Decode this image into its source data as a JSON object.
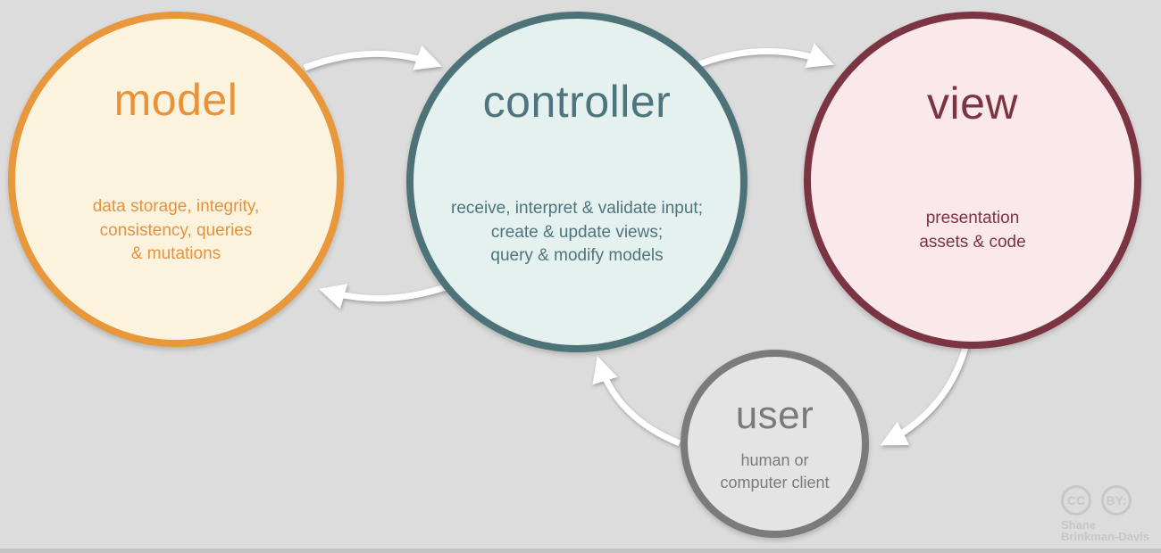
{
  "canvas": {
    "background": "#dcdcdc",
    "bottom_bar_color": "#c3c3c3"
  },
  "arrow_color": "#ffffff",
  "nodes": {
    "model": {
      "title": "model",
      "desc": [
        "data storage, integrity,",
        "consistency, queries",
        "& mutations"
      ],
      "border_color": "#e8973a",
      "fill_color": "#fcf3df",
      "text_color": "#e8923b"
    },
    "controller": {
      "title": "controller",
      "desc": [
        "receive, interpret & validate input;",
        "create & update views;",
        "query & modify models"
      ],
      "border_color": "#4d7378",
      "fill_color": "#e4f1ef",
      "text_color": "#4e747e"
    },
    "view": {
      "title": "view",
      "desc": [
        "presentation",
        "assets & code"
      ],
      "border_color": "#7b3442",
      "fill_color": "#fae8eb",
      "text_color": "#7b3442"
    },
    "user": {
      "title": "user",
      "desc": [
        "human or",
        "computer client"
      ],
      "border_color": "#7b7b7b",
      "fill_color": "#e4e4e4",
      "text_color": "#7a7a7a"
    }
  },
  "arrows": [
    {
      "name": "model-to-controller"
    },
    {
      "name": "controller-to-view"
    },
    {
      "name": "controller-to-model"
    },
    {
      "name": "view-to-user"
    },
    {
      "name": "user-to-controller"
    }
  ],
  "attribution": {
    "cc_label": "CC",
    "by_label": "BY:",
    "name_line1": "Shane",
    "name_line2": "Brinkman-Davis",
    "color": "#c7c7c7"
  }
}
